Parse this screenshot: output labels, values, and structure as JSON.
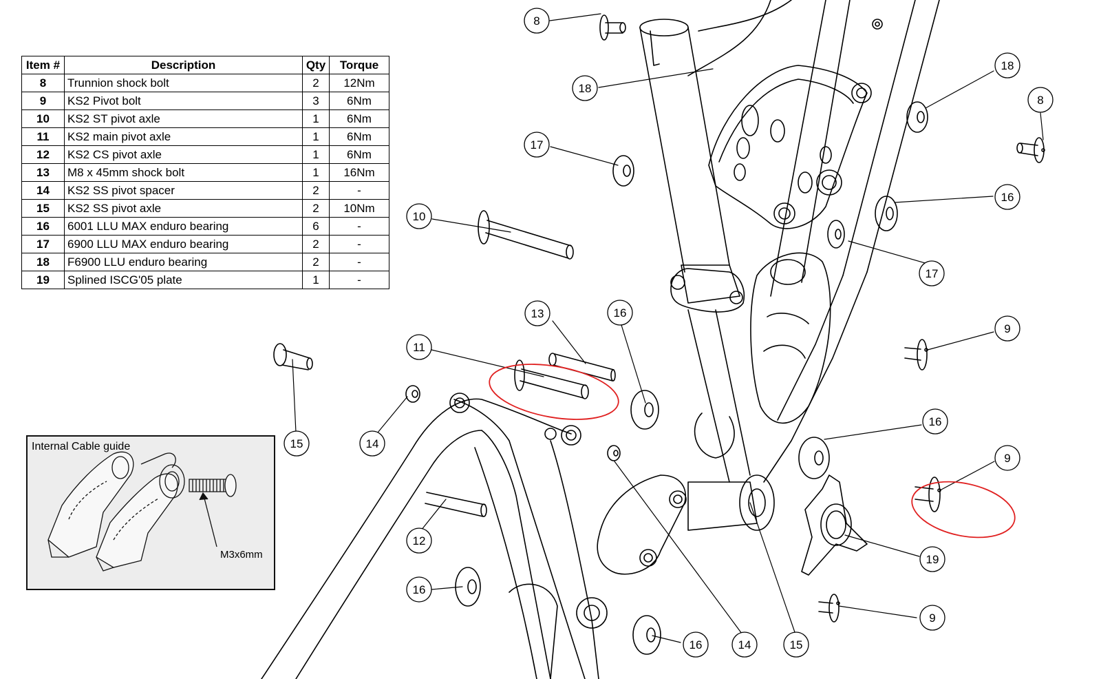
{
  "table": {
    "headers": [
      "Item #",
      "Description",
      "Qty",
      "Torque"
    ],
    "rows": [
      {
        "item": "8",
        "description": "Trunnion shock bolt",
        "qty": "2",
        "torque": "12Nm"
      },
      {
        "item": "9",
        "description": "KS2 Pivot bolt",
        "qty": "3",
        "torque": "6Nm"
      },
      {
        "item": "10",
        "description": "KS2 ST pivot axle",
        "qty": "1",
        "torque": "6Nm"
      },
      {
        "item": "11",
        "description": "KS2 main pivot axle",
        "qty": "1",
        "torque": "6Nm"
      },
      {
        "item": "12",
        "description": "KS2 CS pivot axle",
        "qty": "1",
        "torque": "6Nm"
      },
      {
        "item": "13",
        "description": "M8 x 45mm shock bolt",
        "qty": "1",
        "torque": "16Nm"
      },
      {
        "item": "14",
        "description": "KS2 SS pivot spacer",
        "qty": "2",
        "torque": "-"
      },
      {
        "item": "15",
        "description": "KS2 SS pivot axle",
        "qty": "2",
        "torque": "10Nm"
      },
      {
        "item": "16",
        "description": "6001 LLU MAX enduro bearing",
        "qty": "6",
        "torque": "-"
      },
      {
        "item": "17",
        "description": "6900 LLU MAX enduro bearing",
        "qty": "2",
        "torque": "-"
      },
      {
        "item": "18",
        "description": "F6900 LLU enduro bearing",
        "qty": "2",
        "torque": "-"
      },
      {
        "item": "19",
        "description": "Splined ISCG'05 plate",
        "qty": "1",
        "torque": "-"
      }
    ]
  },
  "inset": {
    "title": "Internal Cable guide",
    "screw_label": "M3x6mm"
  },
  "callouts": [
    "8",
    "18",
    "17",
    "10",
    "13",
    "16",
    "11",
    "15",
    "14",
    "12",
    "16",
    "8",
    "18",
    "16",
    "17",
    "9",
    "16",
    "9",
    "19",
    "9",
    "16",
    "14",
    "15"
  ],
  "colors": {
    "line": "#000000",
    "highlight": "#e02020",
    "inset_background": "#ededed"
  }
}
